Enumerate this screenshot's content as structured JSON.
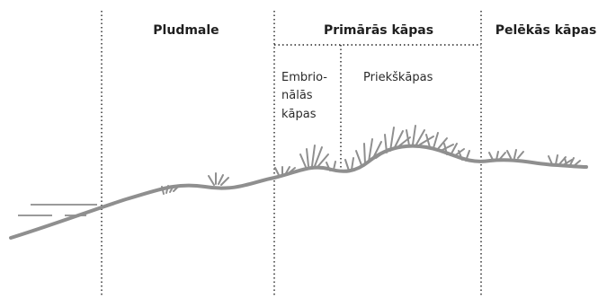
{
  "zones": {
    "beach": "Pludmale",
    "primary_dunes": "Primārās kāpas",
    "grey_dunes": "Pelēkās kāpas"
  },
  "subzones": {
    "embryonic": [
      "Embrio-",
      "nālās",
      "kāpas"
    ],
    "foredunes": "Priekškāpas"
  },
  "colors": {
    "ground": "#8f8f8f",
    "text": "#1f1f1f",
    "divider": "#222222"
  }
}
